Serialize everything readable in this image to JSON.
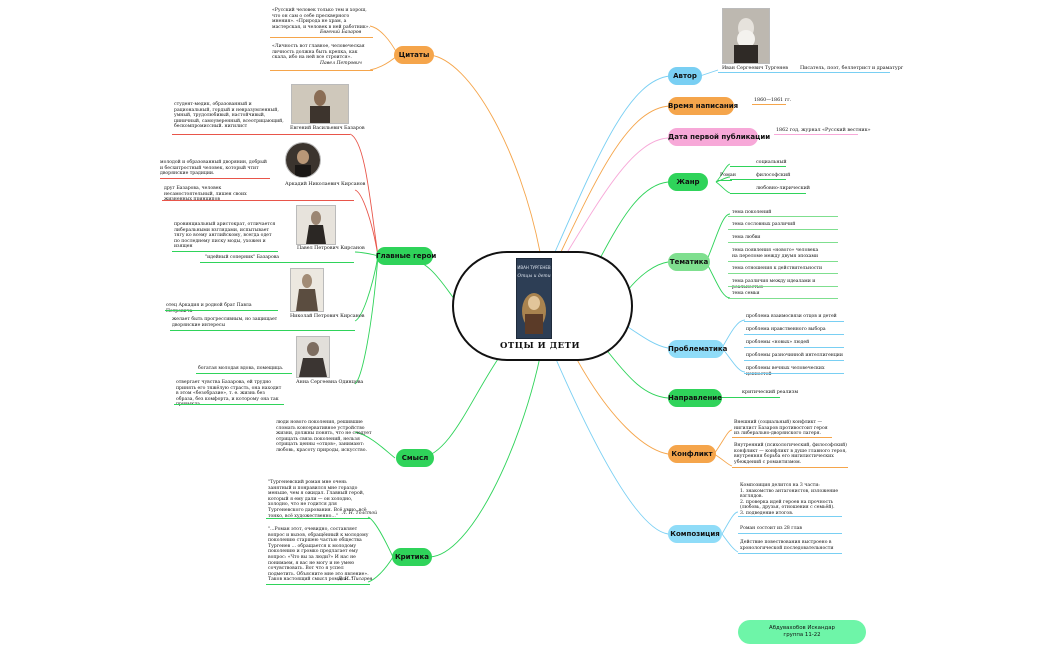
{
  "center": {
    "title": "ОТЦЫ И  ДЕТИ",
    "cover_author": "ИВАН ТУРГЕНЕВ",
    "cover_title": "Отцы и дети"
  },
  "colors": {
    "orange": "#f5a54b",
    "blue": "#79cff3",
    "pink": "#f7a8d8",
    "green": "#2fd35a",
    "lightgreen": "#7fdf8f",
    "lightblue": "#8fdcf8",
    "red": "#e8554a",
    "credit": "#6ef5a8"
  },
  "left": {
    "quotes": {
      "label": "Цитаты",
      "q1": "«Русский человек только тем и хорош, что он сам о себе прескверного мнения». «Природа не храм, а мастерская, и человек в ней работник».",
      "q1_sig": "Евгений Базаров",
      "q2": "«Личность вот главное, человеческая личность должна быть крепка, как скала, ибо на ней все строится».",
      "q2_sig": "Павел Петрович"
    },
    "heroes": {
      "label": "Главные герои",
      "bazarov": {
        "caption": "Евгений Васильевич Базаров",
        "desc": "студент-медик, образованный и рациональный, гордый и невразумленный, умный, трудолюбивый, настойчивый, циничный, самоуверенный, всеотрицающий, бескомпромиссный. нигилист"
      },
      "arkady": {
        "caption": "Аркадий Николаевич Кирсанов",
        "desc1": "молодой и образованный дворянин, добрый и бесхитростный человек, который чтит дворянские традиции.",
        "desc2": "друг Базарова, человек несамостоятельный, лишен своих жизненных принципов"
      },
      "pavel": {
        "caption": "Павел Петрович Кирсанов",
        "desc1": "провинциальный аристократ, отличается либеральными взглядами, испытывает тягу ко всему английскому, всегда одет по последнему писку моды, ухожен и изящен",
        "desc2": "\"идейный соперник\" Базарова"
      },
      "nikolai": {
        "caption": "Николай Петрович Кирсанов",
        "desc1": "отец Аркадия и родной брат Павла Петровича",
        "desc2": "желает быть прогрессивным, но защищает дворянские интересы"
      },
      "odintsova": {
        "caption": "Анна Сергеевна Одинцова",
        "desc1": "богатая молодая вдова, помещица.",
        "desc2": "отвергает чувства Базарова, ей трудно принять его тяжёлую страсть, она находит в этом «безобразие», т. е. жизнь без образа, без комфорта, и которому она так привыкла."
      }
    },
    "meaning": {
      "label": "Смысл",
      "text": "люди нового поколения, решившие сломать консервативное устройство жизни, должны понять, что не следует отрицать связь поколений, нельзя отрицать ценны «отцов», занимают: любовь, красоту природы, искусство."
    },
    "critics": {
      "label": "Критика",
      "c1": "\"Тургеневский роман мне очень занятный и понравился мне гораздо меньше, чем я ожидал. Главный герой, который я ему дали — он холодно, холодно, что не годится для Тургеневского дарования. Всё умно, всё тонко, всё художественно...\"",
      "c1_sig": "Л. Н. Толстой",
      "c2": "\"...Роман этот, очевидно, составляет вопрос и вызов, обращённый к молодому поколению старшею частью общества Тургенев ... обращается к молодому поколению и громко предлагает ему вопрос: «Что вы за люди?» И нас не понимаем, я вас не могу и не умею сочувствовать. Вот что я успел подметить. Объясните мне это явление». Таков настоящий смысл романа...\"",
      "c2_sig": "Д. И. Писарев"
    }
  },
  "right": {
    "author": {
      "label": "Автор",
      "name": "Иван Сергеевич Тургенев",
      "role": "Писатель, поэт, беллетрист и драматург"
    },
    "written": {
      "label": "Время написания",
      "value": "1860—1861 гг."
    },
    "published": {
      "label": "Дата первой публикации",
      "value": "1862 год, журнал «Русский вестник»"
    },
    "genre": {
      "label": "Жанр",
      "value": "Роман",
      "sub": [
        "социальный",
        "философский",
        "любовно-лирический"
      ]
    },
    "themes": {
      "label": "Тематика",
      "items": [
        "тема поколений",
        "тема сословных различий",
        "тема любви",
        "тема появления «нового» человека на переломе между двумя эпохами",
        "тема отношения к действительности",
        "тема различия между идеалами и реальностью",
        "тема семьи"
      ]
    },
    "problems": {
      "label": "Проблематика",
      "items": [
        "проблема взаимосвязи отцов и детей",
        "проблема нравственного выбора",
        "проблемы «новых» людей",
        "проблемы разночинной интеллигенции",
        "проблемы вечных человеческих ценностей"
      ]
    },
    "direction": {
      "label": "Направление",
      "value": "критический реализм"
    },
    "conflict": {
      "label": "Конфликт",
      "c1": "Внешний (социальный) конфликт — нигилист Базаров противостоит героя из либерально-дворянского лагеря.",
      "c2": "Внутренний (психологический, философский) конфликт — конфликт в душе главного героя, внутренняя борьба его нигилистических убеждений с романтизмом."
    },
    "composition": {
      "label": "Композиция",
      "c1": "Композиция делится на 3 части:\n1. знакомство антагонистов, изложение взглядов.\n2. проверка идей героев на прочность (любовь, друзья, отношения с семьёй).\n3. подведение итогов.",
      "c2": "Роман состоит из 28 глав",
      "c3": "Действие повествования выстроено в хронологической последовательности"
    }
  },
  "credit": {
    "line1": "Абдувахобов  Искандар",
    "line2": "группа 11-22"
  }
}
